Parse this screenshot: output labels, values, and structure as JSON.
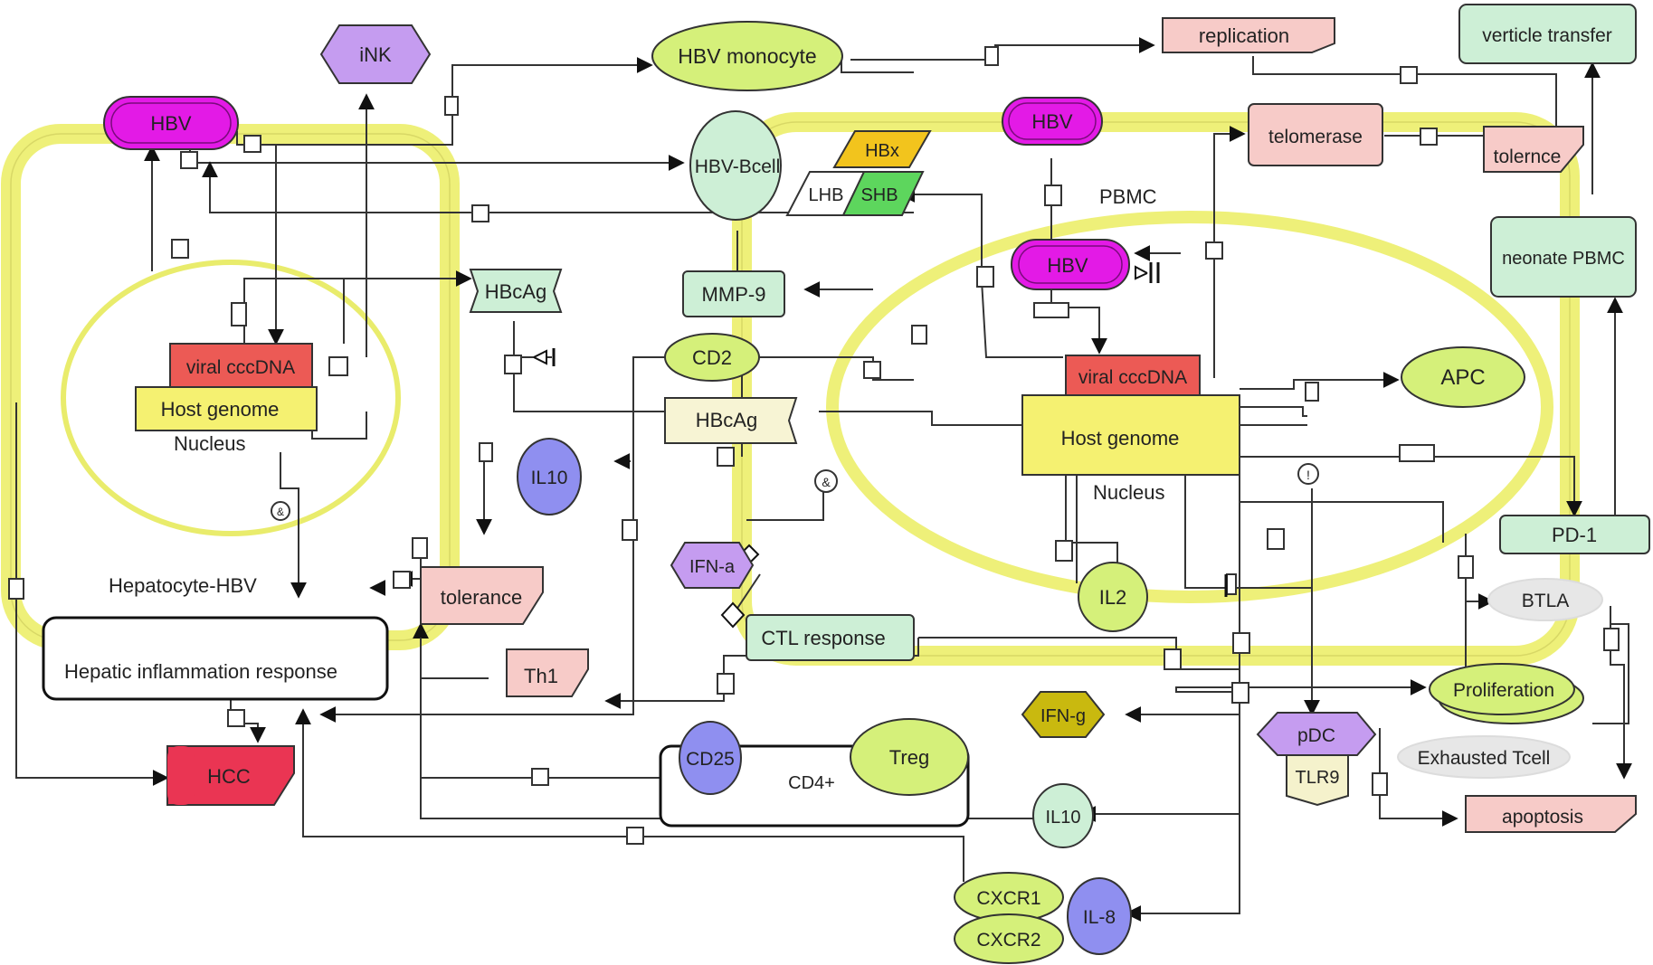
{
  "colors": {
    "hbv_magenta": "#e31ae6",
    "ink_purple": "#c59cf0",
    "monocyte_green": "#d5f07a",
    "pale_green": "#cdefd6",
    "pale_pink": "#f7cbc8",
    "red_ccc": "#ec5a55",
    "yellow_genome": "#f5f171",
    "hcc_red": "#ea3553",
    "blue_il": "#8f8ff0",
    "cell_band": "#eef079",
    "hbx_orange": "#f2c41d",
    "shb_green": "#5dd65d",
    "dark_olive": "#c9b90f",
    "gray_oval": "#e7e7e7",
    "cream": "#f7f4d4",
    "tlr9": "#f5f2cc"
  },
  "compartments": {
    "hepatocyte": "Hepatocyte-HBV",
    "hepatocyte_nucleus": "Nucleus",
    "pbmc": "PBMC",
    "pbmc_nucleus": "Nucleus"
  },
  "nodes": {
    "ink": "iNK",
    "hbv_monocyte": "HBV  monocyte",
    "replication": "replication",
    "verticle_transfer": "verticle transfer",
    "hbv_left": "HBV",
    "hbv_bcell": "HBV-Bcell",
    "hbx": "HBx",
    "lhb": "LHB",
    "shb": "SHB",
    "hbv_pbmc_top": "HBV",
    "telomerase": "telomerase",
    "tolerance_right": "tolernce",
    "hbv_pbmc": "HBV",
    "neonate_pbmc": "neonate PBMC",
    "hbcag_top": "HBcAg",
    "mmp9": "MMP-9",
    "viral_cccdna_left": "viral cccDNA",
    "host_genome_left": "Host genome",
    "cd2": "CD2",
    "viral_cccdna_right": "viral cccDNA",
    "apc": "APC",
    "hbcag_mid": "HBcAg",
    "host_genome_right": "Host genome",
    "il10_top": "IL10",
    "ifna": "IFN-a",
    "il2": "IL2",
    "pd1": "PD-1",
    "btla": "BTLA",
    "tolerance_left": "tolerance",
    "ctl_response": "CTL response",
    "hepatic_inflammation": "Hepatic inflammation response",
    "th1": "Th1",
    "ifng": "IFN-g",
    "proliferation": "Proliferation",
    "pdc": "pDC",
    "tlr9": "TLR9",
    "hcc": "HCC",
    "cd25": "CD25",
    "treg": "Treg",
    "cd4": "CD4+",
    "exhausted_tcell": "Exhausted Tcell",
    "apoptosis": "apoptosis",
    "il10_bottom": "IL10",
    "cxcr1": "CXCR1",
    "cxcr2": "CXCR2",
    "il8": "IL-8"
  },
  "gate_marks": {
    "and_symbol": "&",
    "or_symbol": "!"
  }
}
